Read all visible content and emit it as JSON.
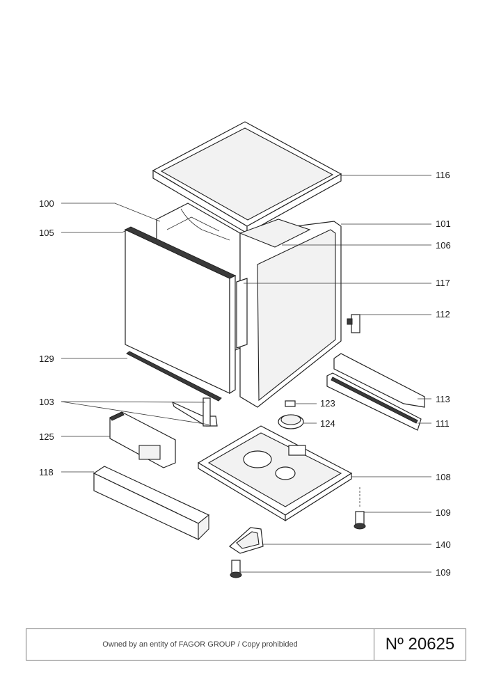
{
  "labels": [
    {
      "id": "116",
      "text": "116"
    },
    {
      "id": "100",
      "text": "100"
    },
    {
      "id": "105",
      "text": "105"
    },
    {
      "id": "101",
      "text": "101"
    },
    {
      "id": "106",
      "text": "106"
    },
    {
      "id": "117",
      "text": "117"
    },
    {
      "id": "112",
      "text": "112"
    },
    {
      "id": "129",
      "text": "129"
    },
    {
      "id": "113",
      "text": "113"
    },
    {
      "id": "103",
      "text": "103"
    },
    {
      "id": "123",
      "text": "123"
    },
    {
      "id": "124",
      "text": "124"
    },
    {
      "id": "111",
      "text": "111"
    },
    {
      "id": "125",
      "text": "125"
    },
    {
      "id": "118",
      "text": "118"
    },
    {
      "id": "108",
      "text": "108"
    },
    {
      "id": "109a",
      "text": "109"
    },
    {
      "id": "140",
      "text": "140"
    },
    {
      "id": "109b",
      "text": "109"
    }
  ],
  "footer": {
    "copyright": "Owned by an entity of FAGOR GROUP / Copy prohibided",
    "number": "Nº 20625"
  }
}
